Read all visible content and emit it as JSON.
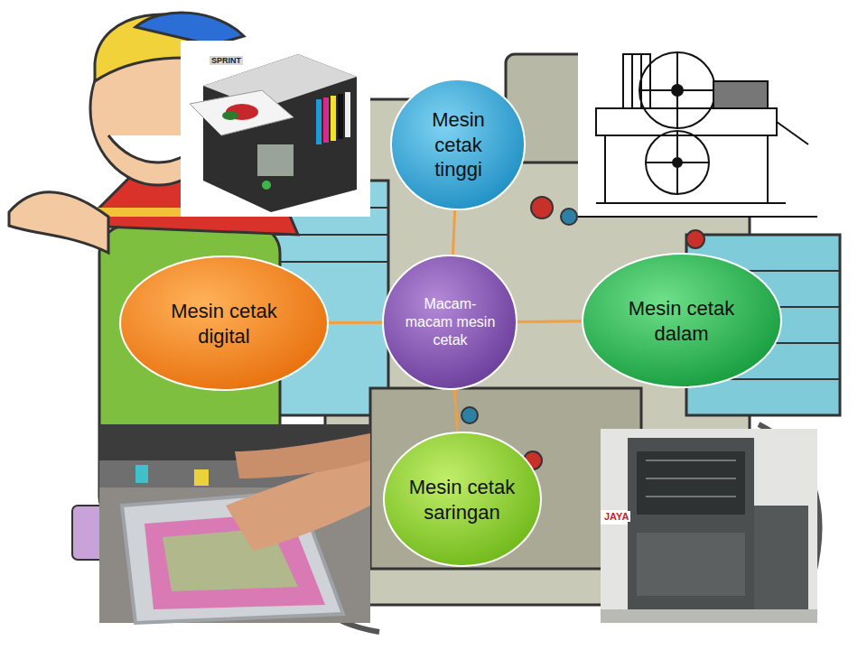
{
  "diagram": {
    "nodes": [
      {
        "text": [
          "Mesin cetak tinggi"
        ]
      },
      {
        "text": [
          "Mesin cetak digital"
        ]
      },
      {
        "text": [
          "Macam-macam mesin cetak"
        ]
      },
      {
        "text": [
          "Mesin cetak dalam"
        ]
      },
      {
        "text": [
          "Mesin cetak saringan"
        ]
      }
    ],
    "edges": [
      {
        "from": 2,
        "to": 0,
        "arrow": "none"
      },
      {
        "from": 2,
        "to": 1,
        "arrow": "none"
      },
      {
        "from": 2,
        "to": 3,
        "arrow": "none"
      },
      {
        "from": 2,
        "to": 4,
        "arrow": "none"
      }
    ],
    "labels": [
      "SPRINT",
      "JAYA"
    ]
  }
}
